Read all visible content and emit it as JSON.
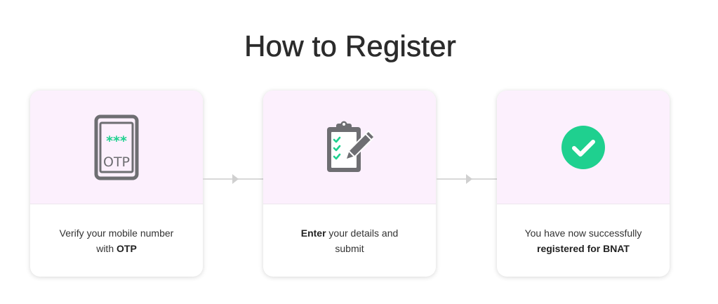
{
  "title": "How to Register",
  "steps": [
    {
      "icon": "otp-phone-icon",
      "line1_prefix": "Verify your mobile number",
      "line2_prefix": "with ",
      "line2_bold": "OTP",
      "otp_stars": "***",
      "otp_label": "OTP"
    },
    {
      "icon": "clipboard-checklist-icon",
      "line1_bold": "Enter",
      "line1_rest": " your details and",
      "line2": "submit"
    },
    {
      "icon": "check-circle-icon",
      "line1": "You have now successfully",
      "line2_bold": "registered for BNAT"
    }
  ],
  "colors": {
    "card_top_bg": "#fcf0fd",
    "icon_gray": "#6e6e72",
    "accent_green": "#1fd08f",
    "connector": "#d9d9d9"
  }
}
